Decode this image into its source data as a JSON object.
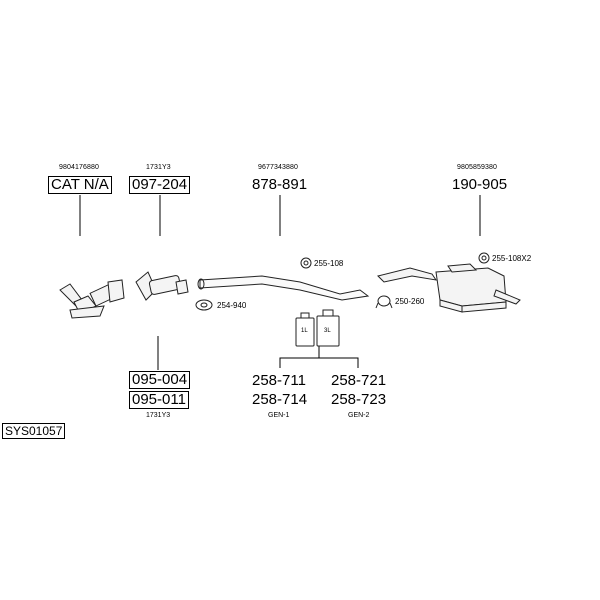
{
  "diagram": {
    "system_code": "SYS01057",
    "parts": [
      {
        "oem": "9804176880",
        "numbers": [
          "CAT N/A"
        ]
      },
      {
        "oem": "1731Y3",
        "numbers": [
          "097-204"
        ]
      },
      {
        "oem": "9677343880",
        "numbers": [
          "878-891"
        ]
      },
      {
        "oem": "9805859380",
        "numbers": [
          "190-905"
        ]
      },
      {
        "numbers": [
          "095-004",
          "095-011"
        ],
        "oem": "1731Y3"
      }
    ],
    "fittings": [
      {
        "label": "255-108"
      },
      {
        "label": "255-108X2"
      },
      {
        "label": "254-940"
      },
      {
        "label": "250-260"
      }
    ],
    "paste": [
      {
        "numbers": [
          "258-711",
          "258-714"
        ],
        "caption": "GEN-1",
        "can_label": "1L"
      },
      {
        "numbers": [
          "258-721",
          "258-723"
        ],
        "caption": "GEN-2",
        "can_label": "3L"
      }
    ]
  }
}
